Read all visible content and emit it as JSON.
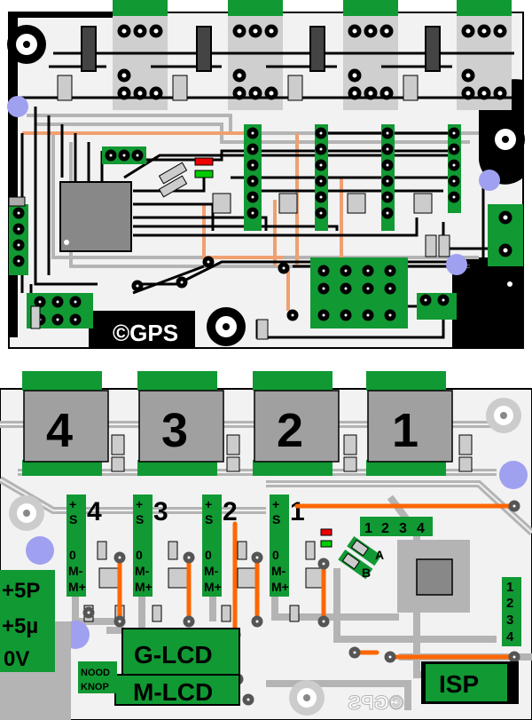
{
  "top_board": {
    "copyright_label": "©GPS",
    "led_colors": {
      "red": "#ee0000",
      "green": "#00cc00"
    }
  },
  "bottom_board": {
    "connector_numbers": [
      "4",
      "3",
      "2",
      "1"
    ],
    "channel_header_pins": [
      "+",
      "S",
      "0",
      "M-",
      "M+"
    ],
    "channel_numbers": [
      "4",
      "3",
      "2",
      "1"
    ],
    "data_header_pins": [
      "1",
      "2",
      "3",
      "4"
    ],
    "side_header_pins": [
      "1",
      "2",
      "3",
      "4"
    ],
    "jumper_labels": [
      "A",
      "B"
    ],
    "power_labels": [
      "+5P",
      "+5µ",
      "0V"
    ],
    "g_lcd_label": "G-LCD",
    "m_lcd_label": "M-LCD",
    "nood_label": "NOOD",
    "knop_label": "KNOP",
    "isp_label": "ISP",
    "mirrored_copyright": "©GPS"
  },
  "colors": {
    "pcb_bg": "#f2f2f2",
    "trace_dark": "#000000",
    "trace_light": "#b4b4b4",
    "pad_green": "#119933",
    "wire_orange": "#ff6600",
    "wire_salmon": "#f0a070",
    "hole_blue": "#a0a0f0",
    "connector_gray": "#a0a0a0"
  }
}
